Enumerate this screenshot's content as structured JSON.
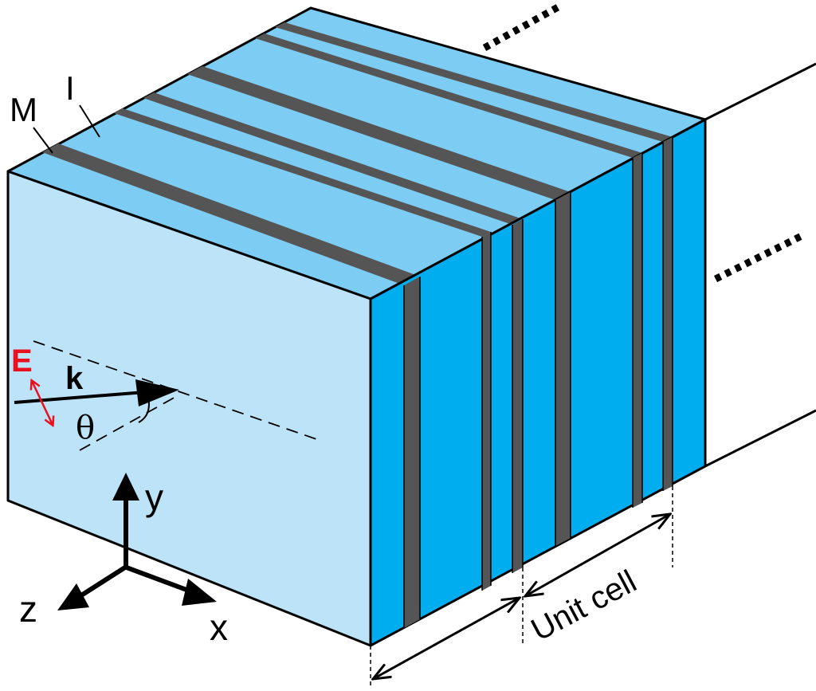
{
  "labels": {
    "metal": "M",
    "insulator": "I",
    "field": "E",
    "wavevector": "k",
    "angle": "θ",
    "axis_y": "y",
    "axis_z": "z",
    "axis_x": "x",
    "unit_cell": "Unit cell"
  },
  "colors": {
    "front_face": "#bde3f8",
    "top_face": "#7cccf3",
    "side_insulator": "#00aeef",
    "metal_layer": "#555555",
    "outline": "#000000",
    "field_arrow": "#e8111d"
  }
}
